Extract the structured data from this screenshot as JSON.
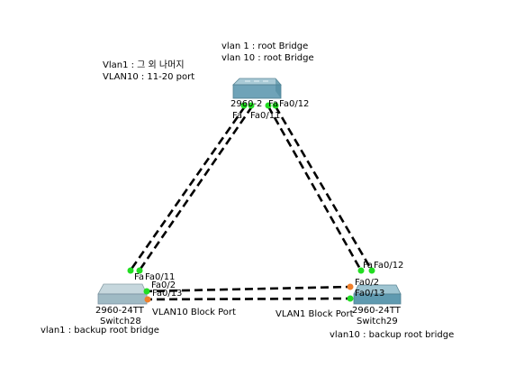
{
  "annotations": {
    "vlan_policy_line1": "Vlan1 : 그 외 나머지",
    "vlan_policy_line2": "VLAN10 : 11-20 port",
    "root_line1": "vlan 1 : root Bridge",
    "root_line2": "vlan 10 : root Bridge",
    "backup_sw28": "vlan1 : backup root bridge",
    "backup_sw29": "vlan10 : backup root bridge",
    "block_vlan10": "VLAN10 Block Port",
    "block_vlan1": "VLAN1 Block Port"
  },
  "devices": {
    "top": {
      "model": "2960-2",
      "name": ""
    },
    "sw28": {
      "model": "2960-24TT",
      "name": "Switch28"
    },
    "sw29": {
      "model": "2960-24TT",
      "name": "Switch29"
    }
  },
  "ports": {
    "top_fa0_12": "Fa0/12",
    "top_fa0_11": "Fa0/11",
    "top_fa_a": "Fa",
    "top_fa_b": "Fa",
    "sw28_fa0_11": "Fa0/11",
    "sw28_fa0_12": "Fa0/2",
    "sw28_fa0_13": "Fa0/13",
    "sw28_fa_a": "Fa",
    "sw29_fa0_12": "Fa0/12",
    "sw29_fa0_2": "Fa0/2",
    "sw29_fa0_13": "Fa0/13",
    "sw29_fa_a": "Fa"
  },
  "colors": {
    "link": "#000000",
    "port_up": "#22dd22",
    "port_blocked": "#f07f2a",
    "switch_face": "#6fa3b8",
    "switch_top": "#a9cad6"
  }
}
